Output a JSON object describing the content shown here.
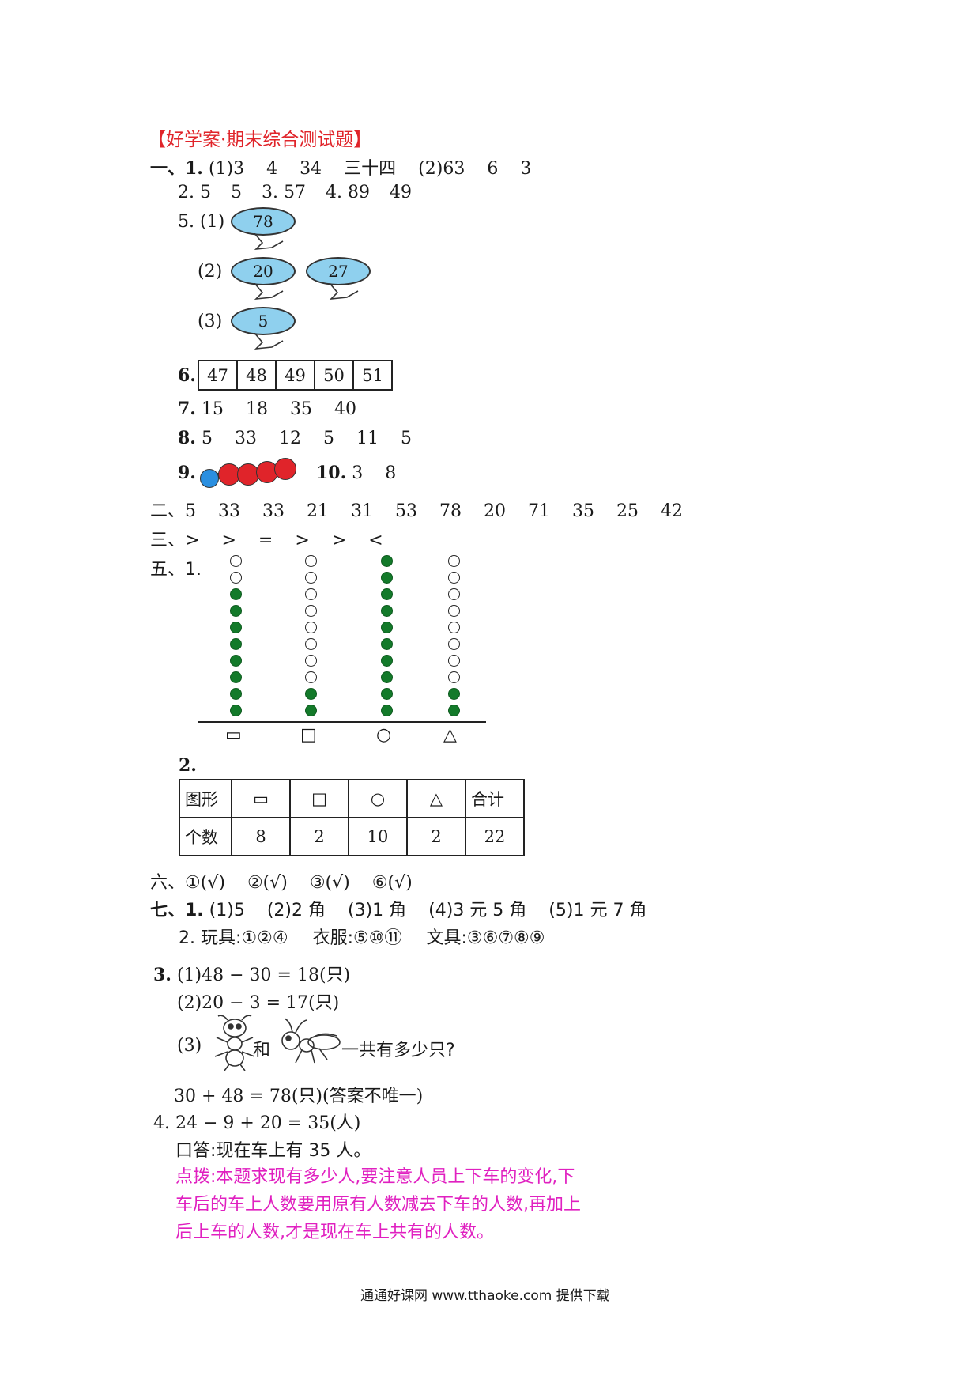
{
  "title": "【好学案·期末综合测试题】",
  "s1": {
    "l1": {
      "label": "一、1.",
      "items": [
        "(1)3",
        "4",
        "34",
        "三十四",
        "(2)63",
        "6",
        "3"
      ]
    },
    "l2": {
      "a": "2. 5",
      "b": "5",
      "c": "3. 57",
      "d": "4. 89",
      "e": "49"
    },
    "q5_label": "5.",
    "q5": [
      {
        "label": "(1)",
        "balloons": [
          "78"
        ]
      },
      {
        "label": "(2)",
        "balloons": [
          "20",
          "27"
        ]
      },
      {
        "label": "(3)",
        "balloons": [
          "5"
        ]
      }
    ],
    "q6_label": "6.",
    "q6": [
      "47",
      "48",
      "49",
      "50",
      "51"
    ],
    "q7_label": "7.",
    "q7": [
      "15",
      "18",
      "35",
      "40"
    ],
    "q8_label": "8.",
    "q8": [
      "5",
      "33",
      "12",
      "5",
      "11",
      "5"
    ],
    "q9_label": "9.",
    "q10_label": "10.",
    "q10": [
      "3",
      "8"
    ]
  },
  "s2": {
    "label": "二、",
    "items": [
      "5",
      "33",
      "33",
      "21",
      "31",
      "53",
      "78",
      "20",
      "71",
      "35",
      "25",
      "42"
    ]
  },
  "s3": {
    "label": "三、",
    "items": [
      ">",
      ">",
      "=",
      ">",
      ">",
      "<"
    ]
  },
  "s5": {
    "label": "五、1.",
    "columns": [
      {
        "shape": "▭",
        "filled": 8,
        "total": 10
      },
      {
        "shape": "□",
        "filled": 2,
        "total": 10
      },
      {
        "shape": "○",
        "filled": 10,
        "total": 10
      },
      {
        "shape": "△",
        "filled": 2,
        "total": 10
      }
    ],
    "q2_label": "2.",
    "table": {
      "header": [
        "图形",
        "▭",
        "□",
        "○",
        "△",
        "合计"
      ],
      "row": [
        "个数",
        "8",
        "2",
        "10",
        "2",
        "22"
      ]
    }
  },
  "s6": {
    "label": "六、",
    "items": [
      "①(√)",
      "②(√)",
      "③(√)",
      "⑥(√)"
    ]
  },
  "s7": {
    "l1_label": "七、1.",
    "l1": [
      "(1)5",
      "(2)2 角",
      "(3)1 角",
      "(4)3 元 5 角",
      "(5)1 元 7 角"
    ],
    "l2_label": "2.",
    "toys_label": "玩具:",
    "toys": "①②④",
    "clothes_label": "衣服:",
    "clothes": "⑤⑩⑪",
    "stationery_label": "文具:",
    "stationery": "③⑥⑦⑧⑨",
    "q3_label": "3.",
    "q3_1": "(1)48 − 30 = 18(只)",
    "q3_2": "(2)20 − 3 = 17(只)",
    "q3_3_label": "(3)",
    "q3_3_and": "和",
    "q3_3_tail": "一共有多少只?",
    "q3_ans": "30 + 48 = 78(只)(答案不唯一)",
    "q4": "4. 24 − 9 + 20 = 35(人)",
    "q4_answer": "口答:现在车上有 35 人。",
    "tip": [
      "点拨:本题求现有多少人,要注意人员上下车的变化,下",
      "车后的车上人数要用原有人数减去下车的人数,再加上",
      "后上车的人数,才是现在车上共有的人数。"
    ]
  },
  "footer": "通通好课网 www.tthaoke.com 提供下载",
  "colors": {
    "title": "#e0242a",
    "tip": "#e020c0",
    "balloon": "#8fd0ee",
    "bead_red": "#e0242a",
    "bead_blue": "#2a8fe0",
    "dot_green": "#137a2a"
  }
}
